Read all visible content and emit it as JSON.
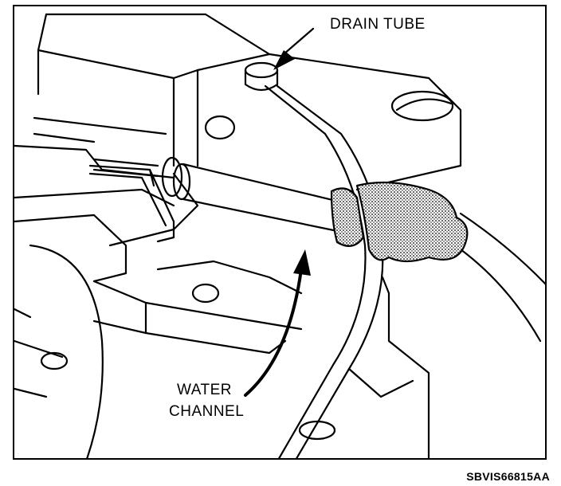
{
  "labels": {
    "drain_tube": "DRAIN TUBE",
    "water_channel_line1": "WATER",
    "water_channel_line2": "CHANNEL"
  },
  "figure_id": "SBVIS66815AA",
  "colors": {
    "line": "#000000",
    "background": "#ffffff",
    "sealant_fill": "#b8b8b8"
  }
}
